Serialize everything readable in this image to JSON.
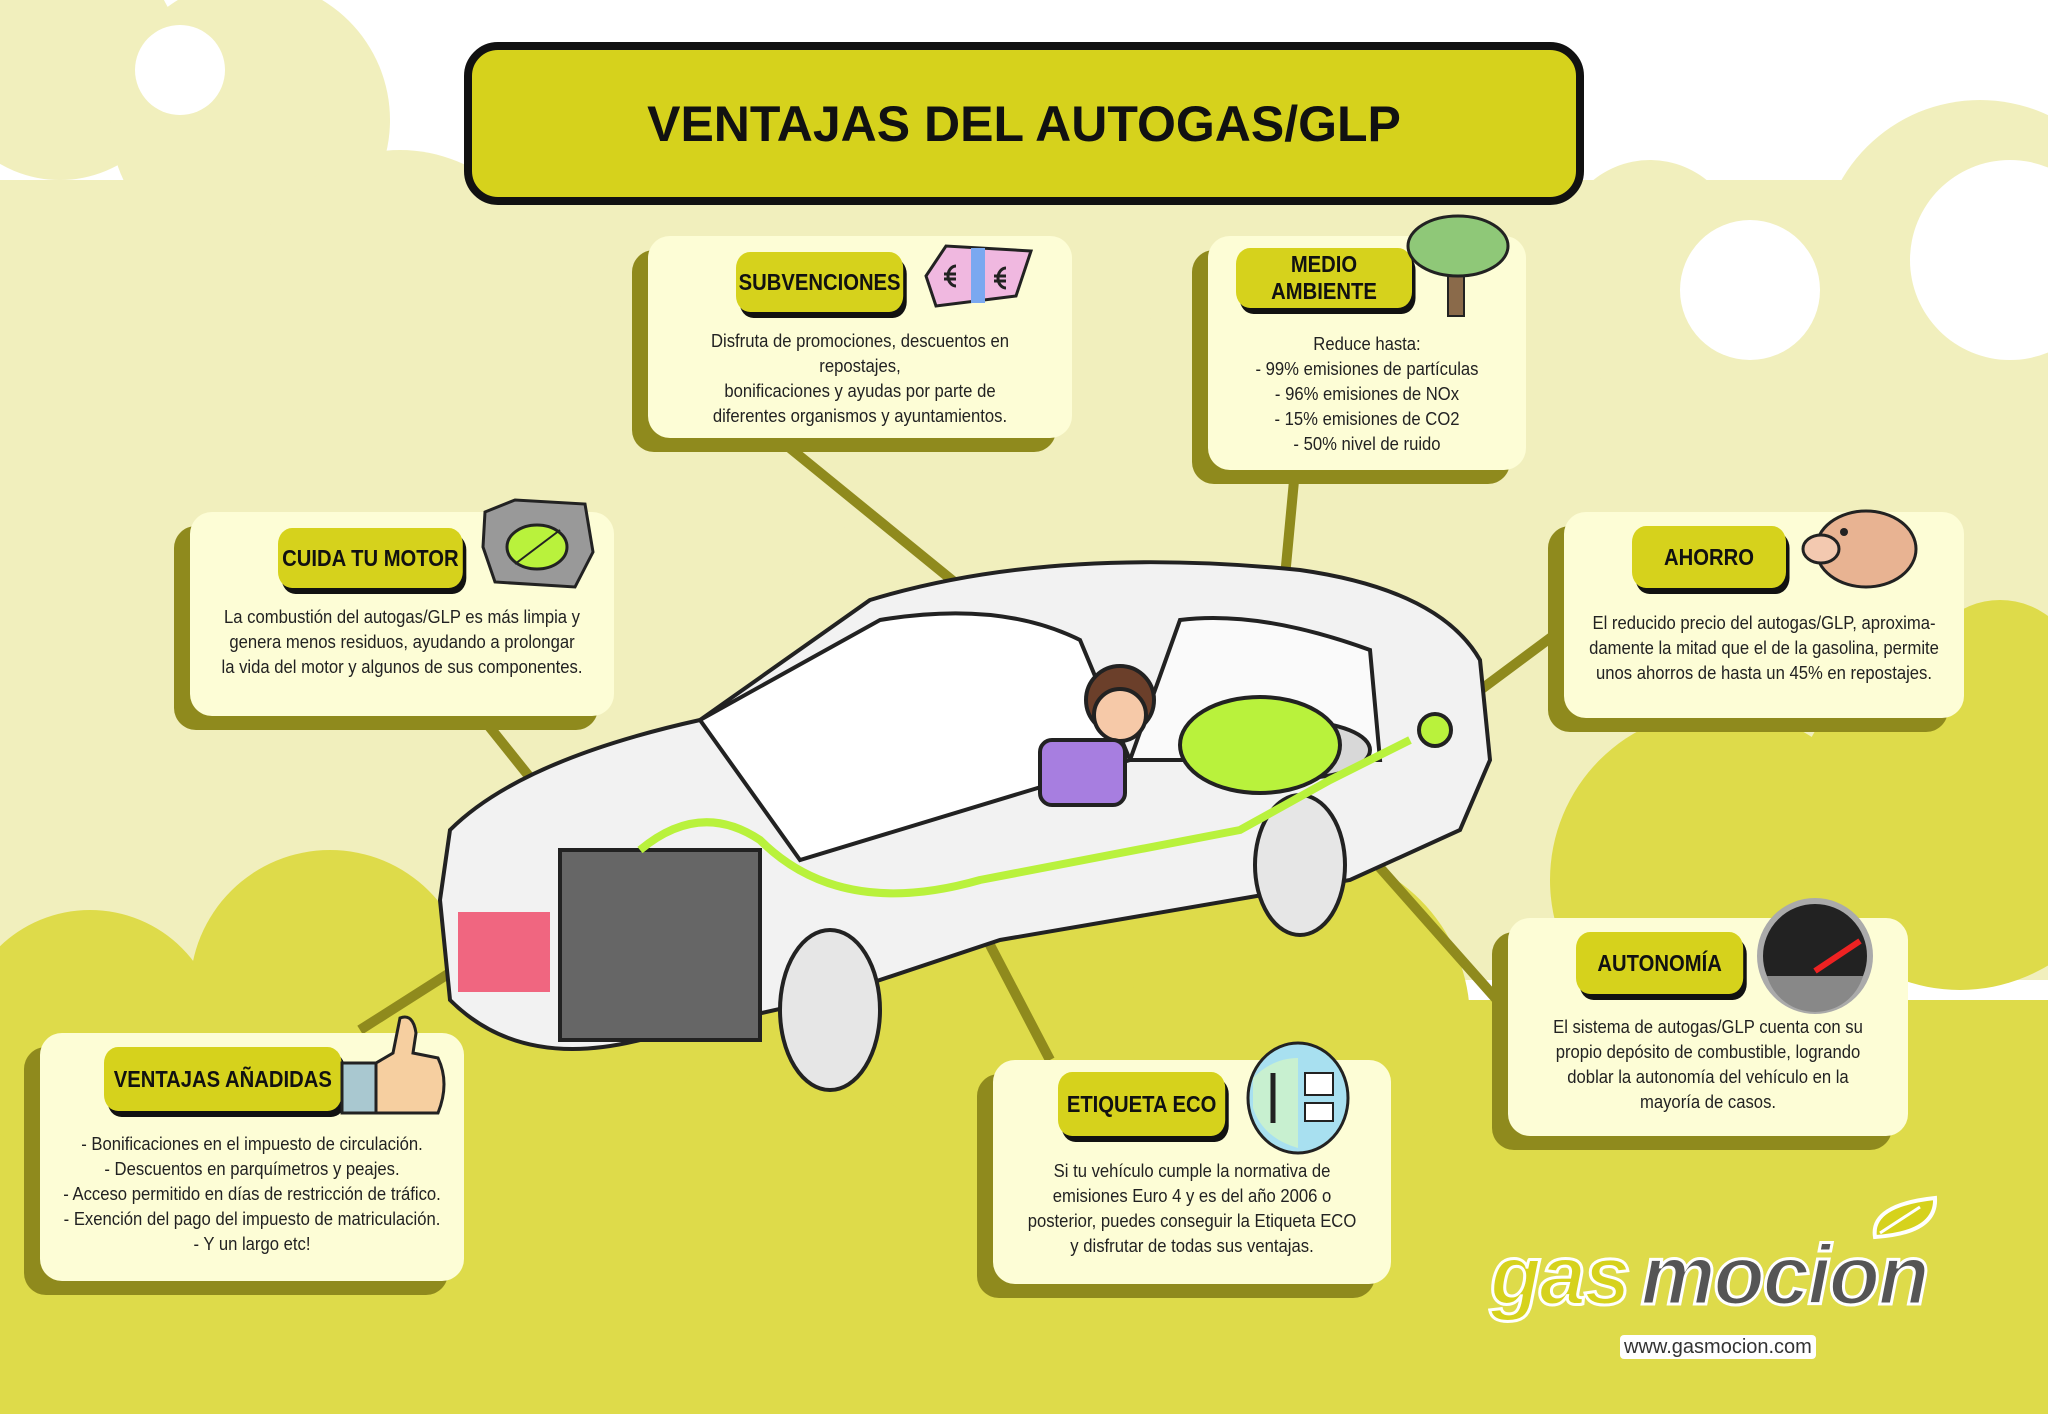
{
  "title": "VENTAJAS DEL AUTOGAS/GLP",
  "cards": {
    "subvenciones": {
      "heading": "SUBVENCIONES",
      "lines": [
        "Disfruta de promociones, descuentos en repostajes,",
        "bonificaciones y ayudas por parte de",
        "diferentes organismos y ayuntamientos."
      ]
    },
    "medio_ambiente": {
      "heading": "MEDIO AMBIENTE",
      "lines": [
        "Reduce hasta:",
        "- 99% emisiones de partículas",
        "- 96% emisiones de NOx",
        "- 15% emisiones de CO2",
        "- 50% nivel de ruido"
      ]
    },
    "cuida_motor": {
      "heading": "CUIDA TU MOTOR",
      "lines": [
        "La combustión del autogas/GLP es más limpia y",
        "genera menos residuos, ayudando a prolongar",
        "la vida del motor y algunos de sus componentes."
      ]
    },
    "ahorro": {
      "heading": "AHORRO",
      "lines": [
        "El reducido precio del autogas/GLP, aproxima-",
        "damente la mitad que el de la gasolina, permite",
        "unos ahorros de hasta un 45% en repostajes."
      ]
    },
    "autonomia": {
      "heading": "AUTONOMÍA",
      "lines": [
        "El sistema de autogas/GLP cuenta con su",
        "propio depósito de combustible, logrando",
        "doblar la autonomía del vehículo en la",
        "mayoría de casos."
      ]
    },
    "ventajas": {
      "heading": "VENTAJAS AÑADIDAS",
      "lines": [
        "- Bonificaciones en el impuesto de circulación.",
        "- Descuentos en parquímetros y peajes.",
        "- Acceso permitido en días de restricción de tráfico.",
        "- Exención del pago del impuesto de matriculación.",
        "- Y un largo etc!"
      ]
    },
    "etiqueta": {
      "heading": "ETIQUETA ECO",
      "lines": [
        "Si tu vehículo cumple la normativa de",
        "emisiones Euro 4 y es del año 2006 o",
        "posterior, puedes conseguir la Etiqueta ECO",
        "y disfrutar de todas sus ventajas."
      ]
    }
  },
  "logo": {
    "gas": "gas",
    "mocion": "mocion",
    "url": "www.gasmocion.com"
  },
  "colors": {
    "accent": "#d6d21c",
    "shadow": "#8f8a1d",
    "card": "#fdfdd6",
    "bg_light": "#f1efbd",
    "bg_dark": "#dedb4a"
  }
}
